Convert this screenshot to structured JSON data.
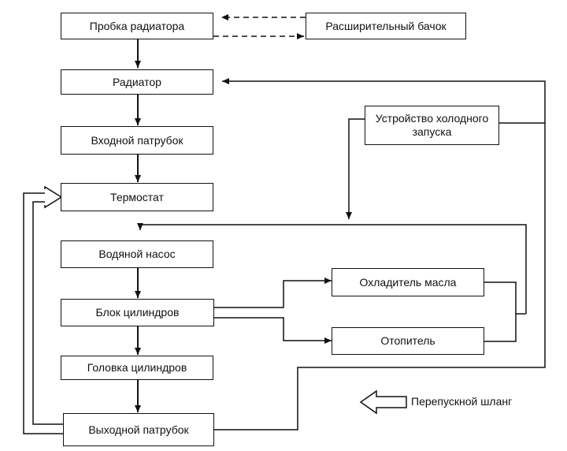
{
  "nodes": {
    "radiator_cap": "Пробка радиатора",
    "expansion_tank": "Расширительный бачок",
    "radiator": "Радиатор",
    "inlet_pipe": "Входной патрубок",
    "thermostat": "Термостат",
    "water_pump": "Водяной насос",
    "cylinder_block": "Блок цилиндров",
    "cylinder_head": "Головка цилиндров",
    "outlet_pipe": "Выходной патрубок",
    "cold_start_device": "Устройство холодного\nзапуска",
    "oil_cooler": "Охладитель масла",
    "heater": "Отопитель"
  },
  "legend": {
    "bypass_hose": "Перепускной шланг"
  }
}
